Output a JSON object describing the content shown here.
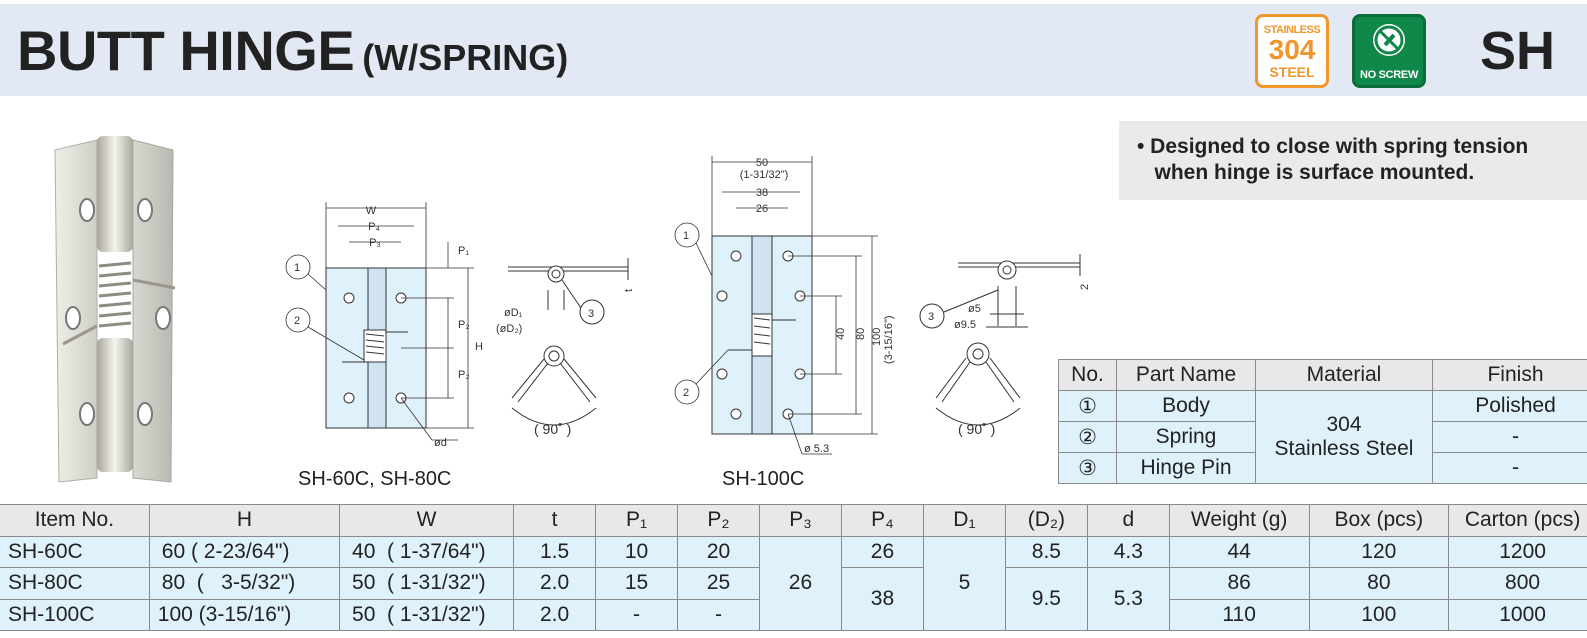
{
  "header": {
    "title": "BUTT HINGE",
    "subtitle": "(W/SPRING)",
    "series_code": "SH",
    "badges": {
      "stainless": {
        "line1": "STAINLESS",
        "line2": "304",
        "line3": "STEEL",
        "color": "#f0962a"
      },
      "no_screw": {
        "label": "NO SCREW",
        "icon": "screwdriver-crossed-icon",
        "color": "#10884a"
      }
    }
  },
  "note": "• Designed to close with spring tension\n   when hinge is surface mounted.",
  "drawings": {
    "small": {
      "caption": "SH-60C, SH-80C",
      "dims": {
        "W": "W",
        "P4": "P₄",
        "P3": "P₃",
        "P1": "P₁",
        "P2a": "P₂",
        "P2b": "P₂",
        "H": "H",
        "d": "ød",
        "t": "t",
        "D1": "øD₁",
        "D2": "(øD₂)",
        "angle": "( 90˚ )"
      },
      "callouts": [
        "1",
        "2",
        "3"
      ]
    },
    "large": {
      "caption": "SH-100C",
      "dims": {
        "w50": "50",
        "w50in": "(1-31/32\")",
        "w38": "38",
        "w26": "26",
        "h40": "40",
        "h80": "80",
        "h100": "100",
        "h100in": "(3-15/16\")",
        "hole": "ø 5.3",
        "d5": "ø5",
        "d95": "ø9.5",
        "t": "2",
        "angle": "( 90˚ )"
      },
      "callouts": [
        "1",
        "2",
        "3"
      ]
    }
  },
  "parts_table": {
    "headers": [
      "No.",
      "Part Name",
      "Material",
      "Finish"
    ],
    "rows": [
      {
        "no": "①",
        "name": "Body",
        "finish": "Polished"
      },
      {
        "no": "②",
        "name": "Spring",
        "finish": "-"
      },
      {
        "no": "③",
        "name": "Hinge Pin",
        "finish": "-"
      }
    ],
    "material_line1": "304",
    "material_line2": "Stainless Steel"
  },
  "spec_table": {
    "headers": [
      "Item No.",
      "H",
      "W",
      "t",
      "P₁",
      "P₂",
      "P₃",
      "P₄",
      "D₁",
      "(D₂)",
      "d",
      "Weight (g)",
      "Box (pcs)",
      "Carton (pcs)"
    ],
    "rows": [
      {
        "item": "SH-60C",
        "H": "60 ( 2-23/64\")",
        "W": "40  ( 1-37/64\")",
        "t": "1.5",
        "P1": "10",
        "P2": "20",
        "P4": "26",
        "D2": "8.5",
        "d": "4.3",
        "weight": "44",
        "box": "120",
        "carton": "1200"
      },
      {
        "item": "SH-80C",
        "H": "80  (   3-5/32\")",
        "W": "50  ( 1-31/32\")",
        "t": "2.0",
        "P1": "15",
        "P2": "25",
        "weight": "86",
        "box": "80",
        "carton": "800"
      },
      {
        "item": "SH-100C",
        "H": "100 (3-15/16\")",
        "W": "50  ( 1-31/32\")",
        "t": "2.0",
        "P1": "-",
        "P2": "-",
        "weight": "110",
        "box": "100",
        "carton": "1000"
      }
    ],
    "merged": {
      "P3": "26",
      "P4_80_100": "38",
      "D1": "5",
      "D2_80_100": "9.5",
      "d_80_100": "5.3"
    }
  }
}
